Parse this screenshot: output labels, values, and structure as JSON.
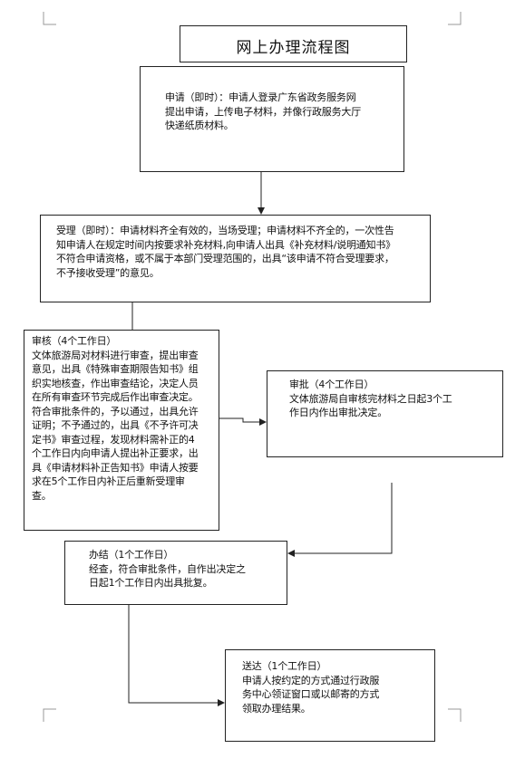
{
  "title": "网上办理流程图",
  "steps": {
    "apply": "申请（即时）：申请人登录广东省政务服务网\n提出申请，上传电子材料，并像行政服务大厅\n快递纸质材料。",
    "accept": "受理（即时）：申请材料齐全有效的，当场受理；申请材料不齐全的，一次性告\n知申请人在规定时间内按要求补充材料,向申请人出具《补充材料/说明通知书》\n不符合申请资格，或不属于本部门受理范围的，出具“该申请不符合受理要求，\n不予接收受理”的意见。",
    "review": "审核（4个工作日）\n文体旅游局对材料进行审查，提出审查\n意见，出具《特殊审查期限告知书》组\n织实地核查，作出审查结论，决定人员\n在所有审查环节完成后作出审查决定。\n符合审批条件的，予以通过，出具允许\n证明；不予通过的，出具《不予许可决\n定书》审查过程，发现材料需补正的4\n个工作日内向申请人提出补正要求，出\n具《申请材料补正告知书》申请人按要\n求在5个工作日内补正后重新受理审\n查。",
    "approve": "审批（4个工作日）\n文体旅游局自审核完材料之日起3个工\n作日内作出审批决定。",
    "conclude": "办结（1个工作日）\n经查，符合审批条件，自作出决定之\n日起1个工作日内出具批复。",
    "deliver": "送达（1个工作日）\n申请人按约定的方式通过行政服\n务中心领证窗口或以邮寄的方式\n领取办理结果。"
  }
}
